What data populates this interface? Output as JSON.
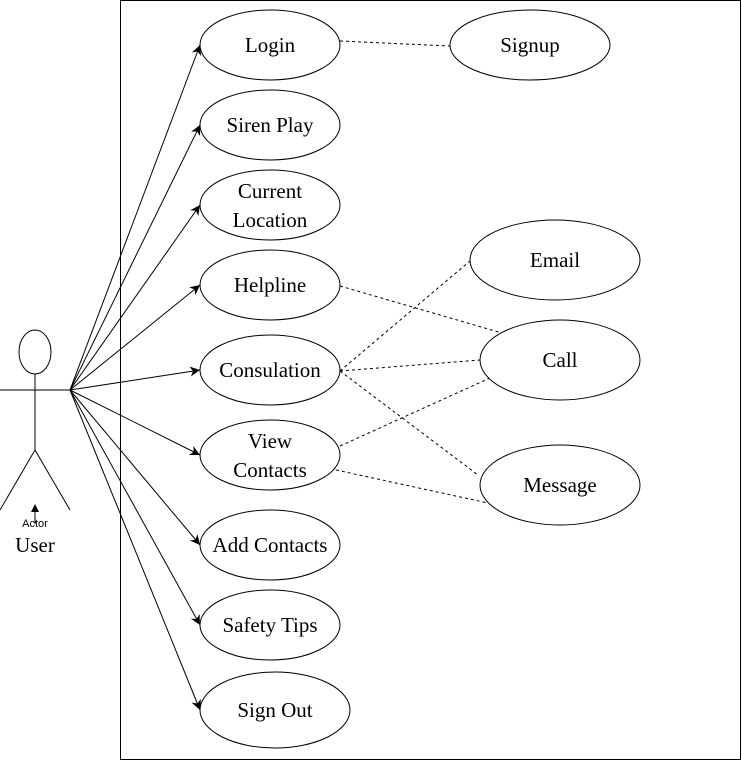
{
  "actor": {
    "small_label": "Actor",
    "name": "User"
  },
  "use_cases": {
    "login": "Login",
    "siren_play": [
      "Siren Play"
    ],
    "current_location": [
      "Current",
      "Location"
    ],
    "helpline": [
      "Helpline"
    ],
    "consulation": [
      "Consulation"
    ],
    "view_contacts": [
      "View",
      "Contacts"
    ],
    "add_contacts": [
      "Add Contacts"
    ],
    "safety_tips": [
      "Safety Tips"
    ],
    "sign_out": [
      "Sign Out"
    ],
    "signup": [
      "Signup"
    ],
    "email": [
      "Email"
    ],
    "call": [
      "Call"
    ],
    "message": [
      "Message"
    ]
  }
}
